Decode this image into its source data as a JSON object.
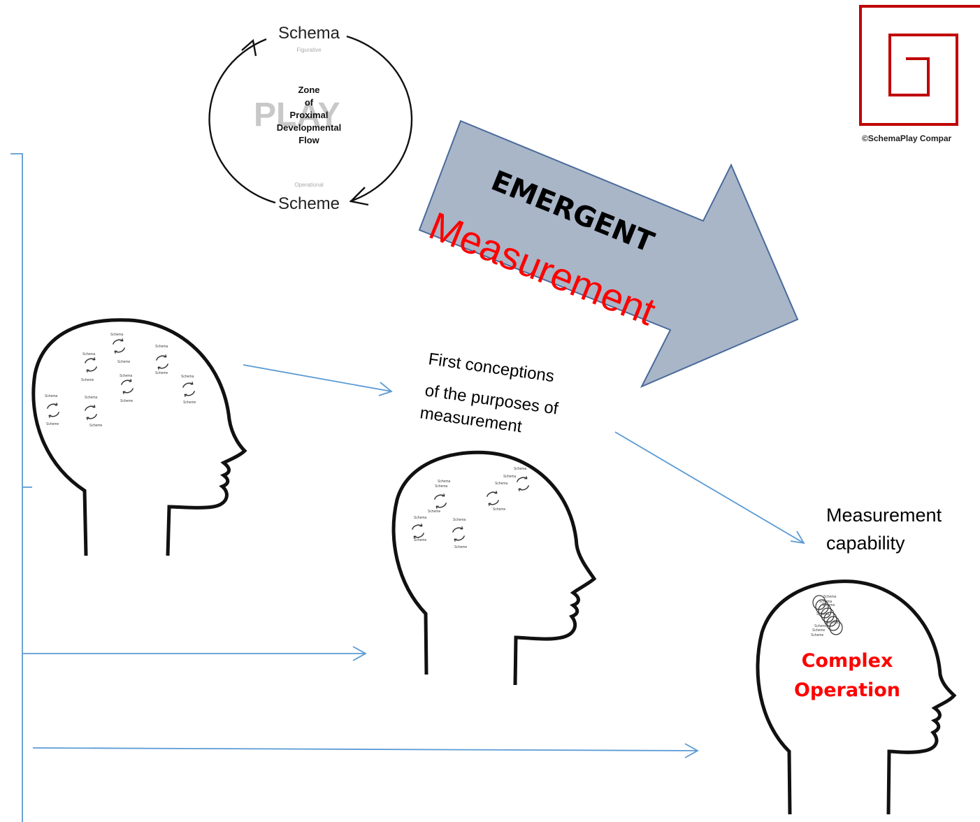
{
  "cycle": {
    "top_label": "Schema",
    "top_sublabel": "Figurative",
    "bottom_sublabel": "Operational",
    "bottom_label": "Scheme",
    "watermark": "PLAY",
    "center_lines": [
      "Zone",
      "of",
      "Proximal",
      "Developmental",
      "Flow"
    ]
  },
  "logo": {
    "caption": "©SchemaPlay Compar"
  },
  "banner": {
    "title": "EMERGENT",
    "subtitle": "Measurement"
  },
  "captions": {
    "first_conceptions": [
      "First conceptions",
      "of the purposes of",
      "measurement"
    ],
    "capability": [
      "Measurement",
      "capability"
    ],
    "complex_operation": [
      "Complex",
      "Operation"
    ]
  },
  "head_labels": {
    "schema": "Schema",
    "scheme": "Scheme"
  },
  "colors": {
    "connector": "#5b9bd5",
    "emphasis": "#ff0000",
    "banner_fill": "#a9b6c8",
    "banner_stroke": "#4a6a9c",
    "logo": "#c00000"
  }
}
